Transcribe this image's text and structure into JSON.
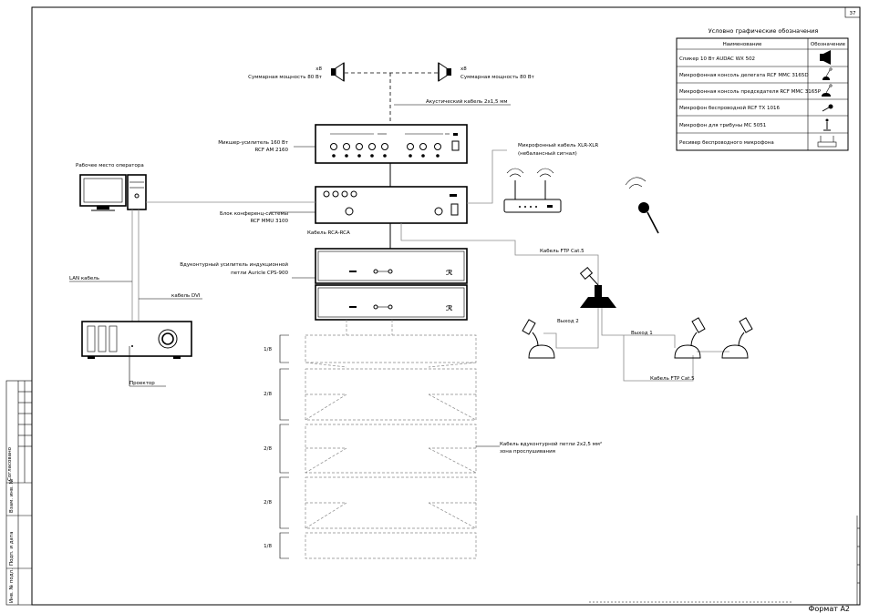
{
  "sheet": {
    "number": "37",
    "format": "Формат А2"
  },
  "legend": {
    "title": "Условно графические обозначения",
    "col_name": "Наименование",
    "col_symbol": "Обозначение",
    "rows": [
      {
        "name": "Спикер 10 Вт AUDAC WX 502",
        "icon": "speaker-icon"
      },
      {
        "name": "Микрофонная консоль делегата RCF MMC 3165D",
        "icon": "delegate-mic-icon"
      },
      {
        "name": "Микрофонная консоль председателя RCF MMC 3165P",
        "icon": "chairman-mic-icon"
      },
      {
        "name": "Микрофон беспроводной RCF TX 1016",
        "icon": "wireless-mic-icon"
      },
      {
        "name": "Микрофон для трибуны MC 5051",
        "icon": "podium-mic-icon"
      },
      {
        "name": "Ресивер беспроводного микрофона",
        "icon": "receiver-icon"
      }
    ]
  },
  "speakers": {
    "left_count": "x8",
    "left_power": "Суммарная мощность 80 Вт",
    "right_count": "x8",
    "right_power": "Суммарная мощность 80 Вт",
    "cable": "Акустический кабель 2х1,5 мм"
  },
  "devices": {
    "amplifier": [
      "Микшер-усилитель 160 Вт",
      "RCF AM 2160"
    ],
    "conference": [
      "Блок конференц-системы",
      "RCF MMU 3100"
    ],
    "loop_amp": [
      "Вдуконтурный усилитель индукционной",
      "петли Auricle CPS-900"
    ],
    "workstation": "Рабочее место оператора",
    "projector": "Проектор"
  },
  "cables": {
    "xlr": [
      "Микрофонный кабель XLR-XLR",
      "(небалансный сигнал)"
    ],
    "rca": "Кабель RCA-RCA",
    "ftp_top": "Кабель FTP Cat.5",
    "ftp_bottom": "Кабель FTP Cat.5",
    "lan": "LAN кабель",
    "dvi": "кабель DVI",
    "out1": "Выход 1",
    "out2": "Выход 2",
    "loop_cable": [
      "Кабель вдуконтурной петли 2х2,5 мм²",
      "зона прослушивания"
    ]
  },
  "zones": [
    "1/8",
    "2/8",
    "2/8",
    "2/8",
    "1/8"
  ],
  "title_block": {
    "agreed": "Согласовано",
    "inv_sub": "Взам. инв. №",
    "sign_date": "Подп. и дата",
    "inv_orig": "Инв. № подл."
  }
}
